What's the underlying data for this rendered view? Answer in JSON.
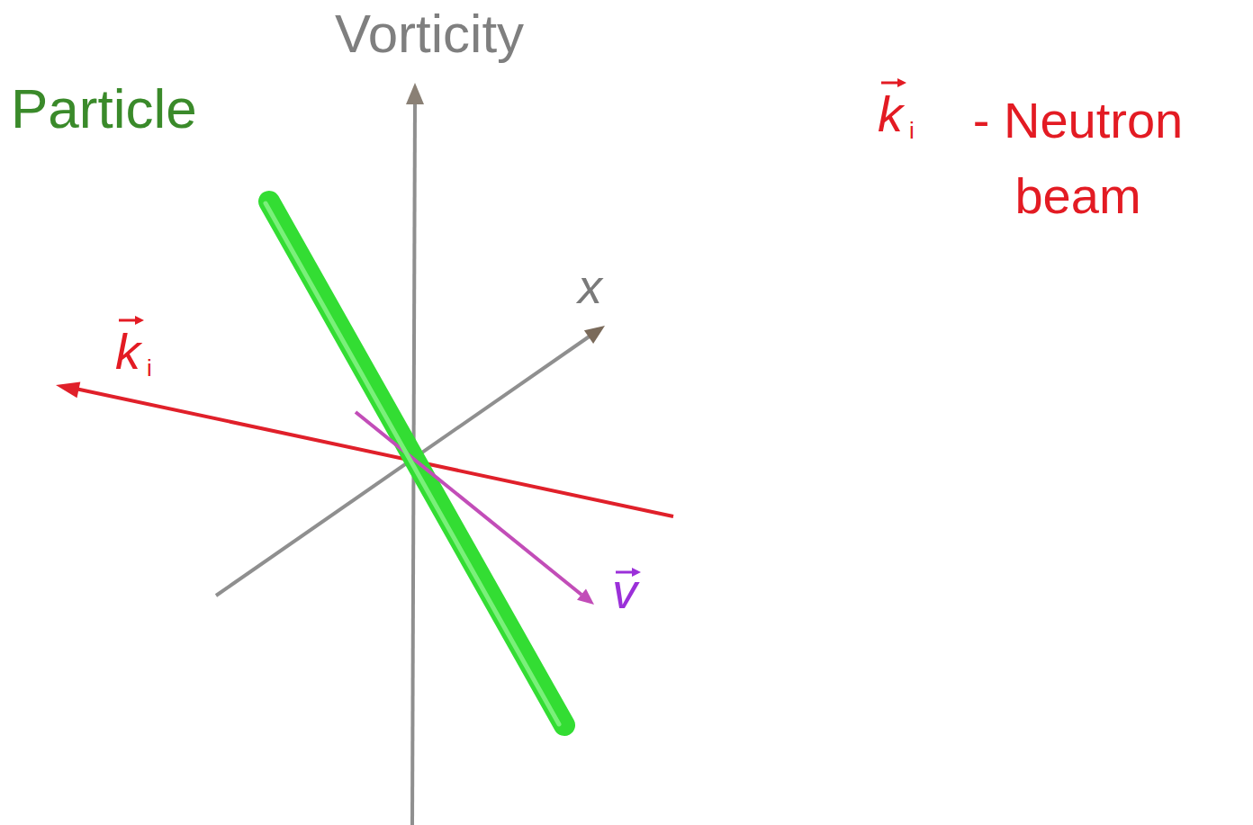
{
  "diagram": {
    "labels": [
      "Vorticity",
      "Particle",
      "x",
      "k",
      "i",
      "v",
      "k",
      "i",
      "- Neutron beam"
    ]
  }
}
